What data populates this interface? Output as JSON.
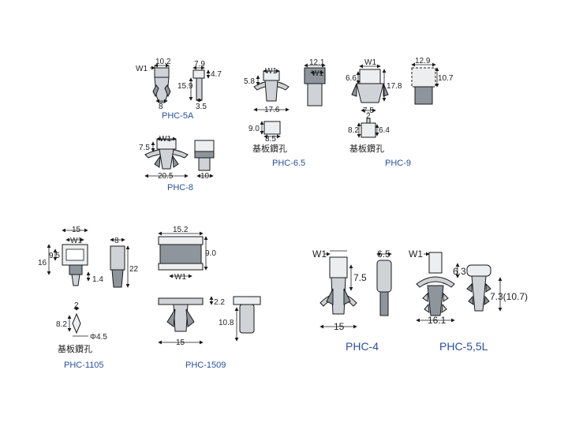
{
  "colors": {
    "label": "#2b4f9a",
    "part": "#cfd3d8",
    "part_dark": "#8e959c",
    "ink": "#1a1a1a"
  },
  "parts": {
    "phc5a": {
      "name": "PHC-5A",
      "w1": "W1",
      "d1": "10.2",
      "d2": "7.9",
      "d3": "4.7",
      "d4": "15.9",
      "d5": "8",
      "d6": "3.5"
    },
    "phc65": {
      "name": "PHC-6.5",
      "w1a": "W1",
      "w1b": "W1",
      "d1": "5.8",
      "d2": "12.1",
      "d3": "17.6",
      "d4": "9.0",
      "d5": "8.5",
      "hole": "基板鑽孔"
    },
    "phc9": {
      "name": "PHC-9",
      "w1": "W1",
      "d1": "6.6",
      "d2": "17.8",
      "d3": "12.9",
      "d4": "10.7",
      "d5": "7.5",
      "d6": "2",
      "d7": "8.2",
      "d8": "6.4",
      "hole": "基板鑽孔"
    },
    "phc8": {
      "name": "PHC-8",
      "w1": "W1",
      "d1": "7.5",
      "d2": "20.5",
      "d3": "10"
    },
    "phc1105": {
      "name": "PHC-1105",
      "w1": "W1",
      "d1": "15",
      "d2": "8",
      "d3": "9.5",
      "d4": "16",
      "d5": "1.4",
      "d6": "22",
      "d7": "2",
      "d8": "8.2",
      "d9": "Φ4.5",
      "hole": "基板鑽孔"
    },
    "phc1509": {
      "name": "PHC-1509",
      "w1": "W1",
      "d1": "15.2",
      "d2": "9.0",
      "d3": "2.2",
      "d4": "10.8",
      "d5": "15"
    },
    "phc4": {
      "name": "PHC-4",
      "w1": "W1",
      "d1": "6.5",
      "d2": "7.5",
      "d3": "15"
    },
    "phc55l": {
      "name": "PHC-5,5L",
      "w1": "W1",
      "d1": "6.3",
      "d2": "7.3(10.7)",
      "d3": "16.1"
    }
  }
}
